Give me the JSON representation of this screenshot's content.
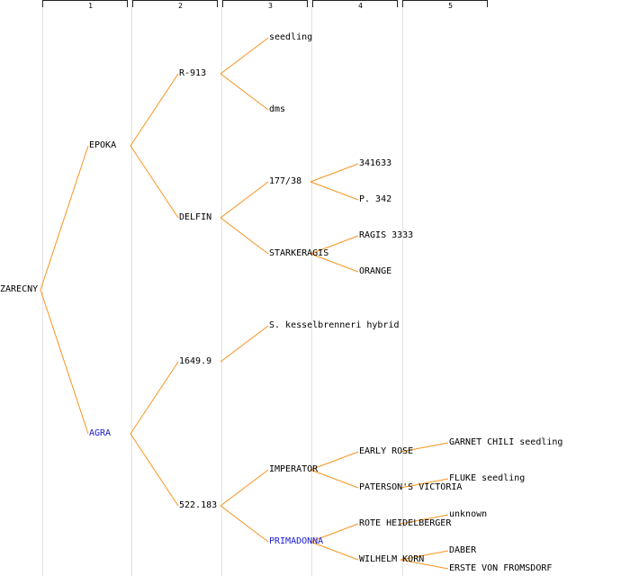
{
  "columns": [
    "1",
    "2",
    "3",
    "4",
    "5"
  ],
  "edge_color": "#f7941d",
  "highlight_color": "#1b1bd6",
  "nodes": {
    "zarecny": "ZARECNY",
    "epoka": "EPOKA",
    "agra": "AGRA",
    "r913": "R-913",
    "delfin": "DELFIN",
    "n1649": "1649.9",
    "n522": "522.183",
    "seedling": "seedling",
    "dms": "dms",
    "n177": "177/38",
    "starkeragis": "STARKERAGIS",
    "kessel": "S. kesselbrenneri hybrid",
    "imperator": "IMPERATOR",
    "primadonna": "PRIMADONNA",
    "n341633": "341633",
    "p342": "P. 342",
    "ragis": "RAGIS 3333",
    "orange": "ORANGE",
    "earlyrose": "EARLY ROSE",
    "paterson": "PATERSON'S VICTORIA",
    "rote": "ROTE HEIDELBERGER",
    "wilhelm": "WILHELM KORN",
    "garnet": "GARNET CHILI seedling",
    "fluke": "FLUKE seedling",
    "unknown": "unknown",
    "daber": "DABER",
    "erste": "ERSTE VON FROMSDORF"
  }
}
